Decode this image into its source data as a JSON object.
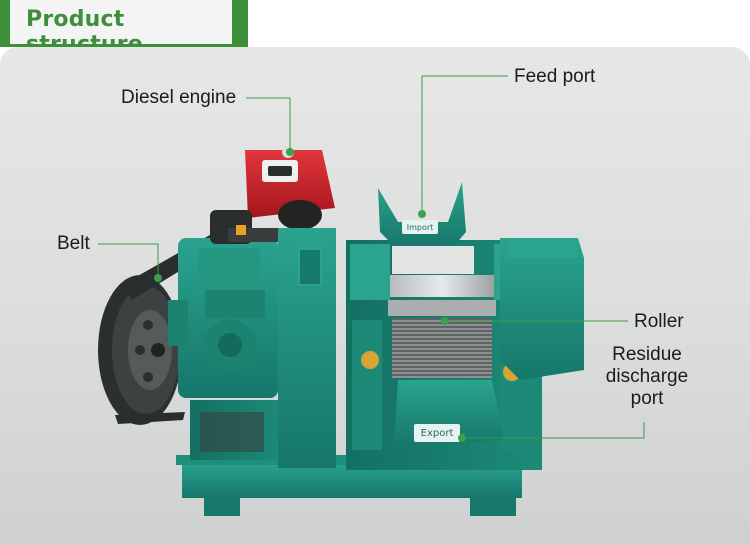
{
  "header": {
    "title": "Product structure"
  },
  "machine": {
    "feed_plate": "Import",
    "discharge_plate": "Export"
  },
  "labels": {
    "diesel_engine": "Diesel engine",
    "feed_port": "Feed port",
    "belt": "Belt",
    "roller": "Roller",
    "residue_line1": "Residue",
    "residue_line2": "discharge",
    "residue_line3": "port"
  },
  "colors": {
    "brand_green": "#3e8f3a",
    "machine_teal": "#1f8f7d",
    "engine_red": "#c8232b",
    "leader_line": "#3a9a4a"
  }
}
